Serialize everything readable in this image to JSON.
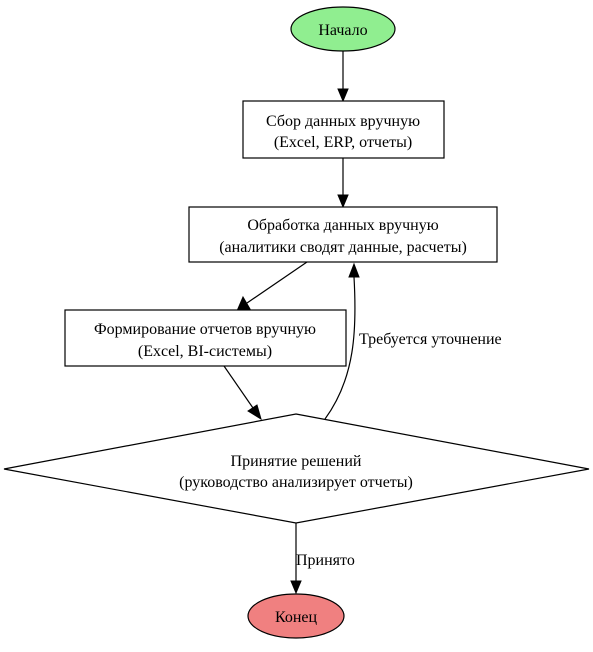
{
  "nodes": {
    "start": {
      "label": "Начало",
      "fill": "#90ee90"
    },
    "collect": {
      "line1": "Сбор данных вручную",
      "line2": "(Excel, ERP, отчеты)"
    },
    "process": {
      "line1": "Обработка данных вручную",
      "line2": "(аналитики сводят данные, расчеты)"
    },
    "report": {
      "line1": "Формирование отчетов вручную",
      "line2": "(Excel, BI-системы)"
    },
    "decision": {
      "line1": "Принятие решений",
      "line2": "(руководство анализирует отчеты)"
    },
    "end": {
      "label": "Конец",
      "fill": "#f08080"
    }
  },
  "edges": {
    "clarify": {
      "label": "Требуется уточнение"
    },
    "accepted": {
      "label": "Принято"
    }
  }
}
